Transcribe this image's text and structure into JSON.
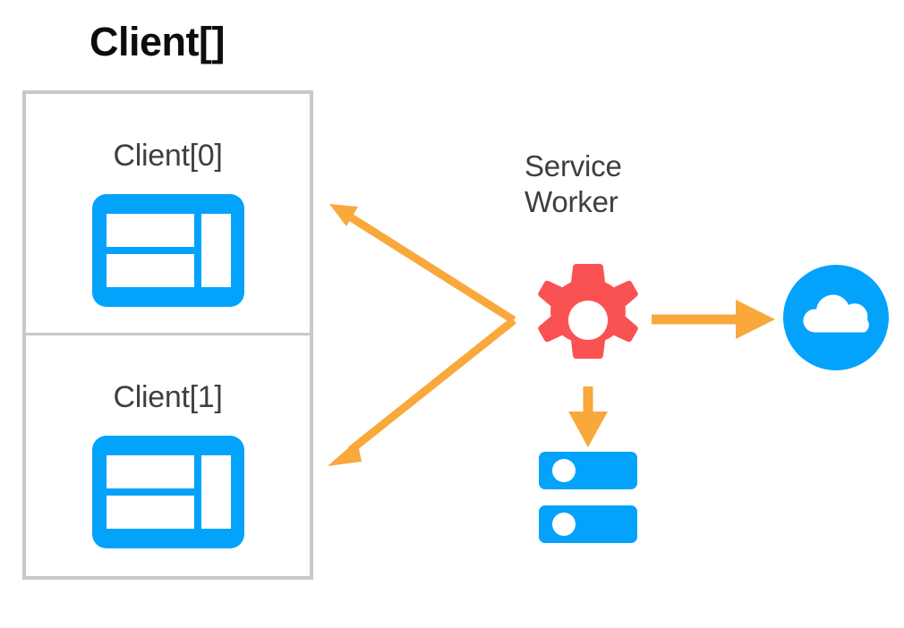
{
  "diagram": {
    "title": "Client[]",
    "background_color": "#ffffff",
    "clients": {
      "group_label": "Client[]",
      "items": [
        {
          "label": "Client[0]",
          "icon": "browser-window-icon",
          "icon_color": "#03a3fb"
        },
        {
          "label": "Client[1]",
          "icon": "browser-window-icon",
          "icon_color": "#03a3fb"
        }
      ],
      "border_color": "#c8c8c8"
    },
    "service_worker": {
      "label_line_1": "Service",
      "label_line_2": "Worker",
      "label_color": "#3c4043",
      "icon": "gear-icon",
      "icon_color": "#fa5252"
    },
    "network": {
      "icon": "cloud-icon",
      "icon_color": "#03a3fb",
      "badge_color": "#ffffff"
    },
    "storage": {
      "icon": "database-storage-icon",
      "icon_color": "#03a3fb"
    },
    "arrows": {
      "color": "#f9a83c",
      "connections": [
        {
          "name": "service-worker-to-client-0",
          "from": "service-worker",
          "to": "client-0",
          "direction": "to-client"
        },
        {
          "name": "service-worker-to-client-1",
          "from": "service-worker",
          "to": "client-1",
          "direction": "to-client"
        },
        {
          "name": "service-worker-to-network",
          "from": "service-worker",
          "to": "cloud",
          "direction": "right"
        },
        {
          "name": "service-worker-to-storage",
          "from": "service-worker",
          "to": "storage",
          "direction": "down"
        }
      ]
    }
  }
}
